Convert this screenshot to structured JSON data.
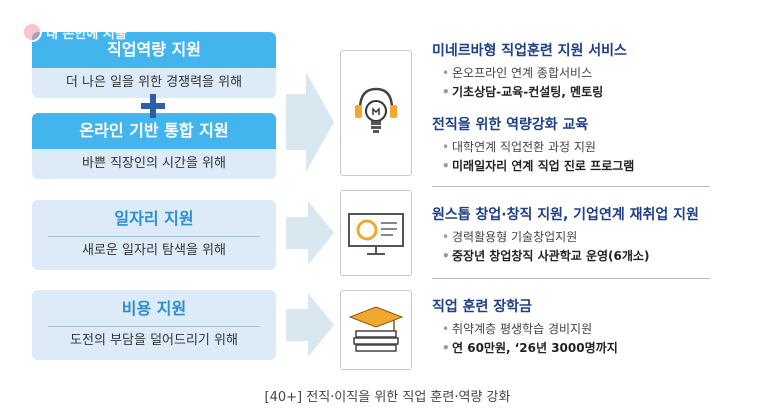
{
  "watermark": {
    "text": "내 손안에 서울",
    "icon": "seoul-logo-icon"
  },
  "left": {
    "box1": {
      "title": "직업역량 지원",
      "desc": "더 나은 일을 위한 경쟁력을 위해"
    },
    "box2": {
      "title": "온라인 기반 통합 지원",
      "desc": "바쁜 직장인의 시간을 위해"
    },
    "box3": {
      "title": "일자리 지원",
      "desc": "새로운 일자리 탐색을 위해"
    },
    "box4": {
      "title": "비용 지원",
      "desc": "도전의 부담을 덜어드리기 위해"
    }
  },
  "right": {
    "s1": {
      "title": "미네르바형 직업훈련 지원 서비스",
      "items": [
        "온오프라인 연계 종합서비스",
        "기초상담-교육-컨설팅, 멘토링"
      ]
    },
    "s2": {
      "title": "전직을 위한 역량강화 교육",
      "items": [
        "대학연계 직업전환 과정 지원",
        "미래일자리 연계 직업 진로 프로그램"
      ]
    },
    "s3": {
      "title": "원스톱 창업·창직 지원, 기업연계 재취업 지원",
      "items": [
        "경력활용형 기술창업지원",
        "중장년 창업창직 사관학교 운영(6개소)"
      ]
    },
    "s4": {
      "title": "직업 훈련 장학금",
      "items": [
        "취약계층 평생학습 경비지원",
        "연 60만원, ‘26년 3000명까지"
      ]
    }
  },
  "icons": [
    "lightbulb-headset-icon",
    "presentation-board-icon",
    "graduation-books-icon"
  ],
  "colors": {
    "box_header": "#44b4ec",
    "box_body": "#dcebf7",
    "plus": "#2f5ea8",
    "title_navy": "#1e3f84"
  },
  "caption": "[40+] 전직·이직을 위한 직업 훈련·역량 강화"
}
